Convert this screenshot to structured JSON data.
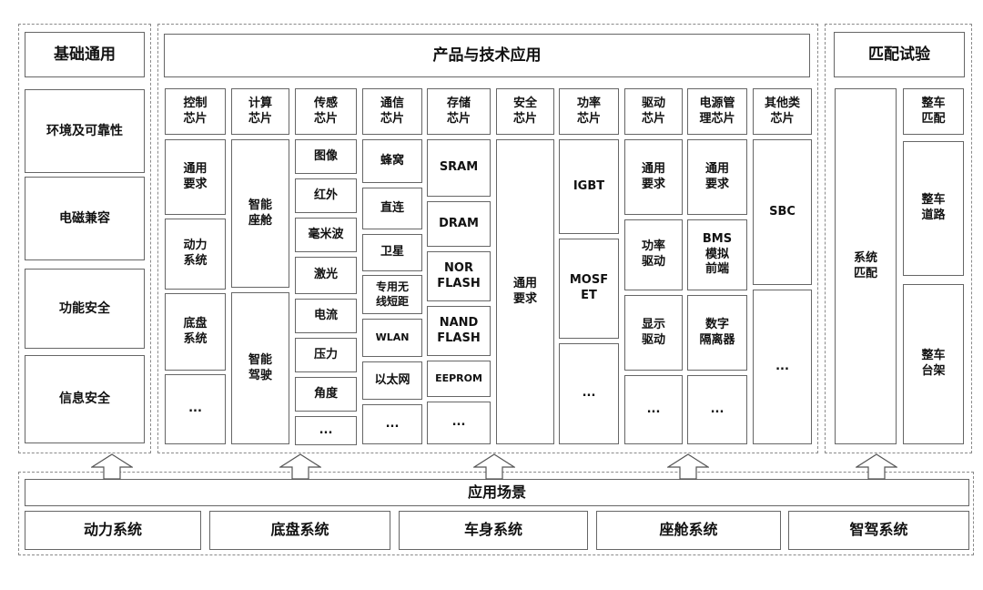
{
  "left": {
    "title": "基础通用",
    "items": [
      "环境及可靠性",
      "电磁兼容",
      "功能安全",
      "信息安全"
    ]
  },
  "middle": {
    "title": "产品与技术应用",
    "columns": [
      {
        "header": "控制\n芯片",
        "items": [
          "通用\n要求",
          "动力\n系统",
          "底盘\n系统",
          "..."
        ]
      },
      {
        "header": "计算\n芯片",
        "items": [
          "智能\n座舱",
          "智能\n驾驶"
        ]
      },
      {
        "header": "传感\n芯片",
        "items": [
          "图像",
          "红外",
          "毫米波",
          "激光",
          "电流",
          "压力",
          "角度",
          "..."
        ]
      },
      {
        "header": "通信\n芯片",
        "items": [
          "蜂窝",
          "直连",
          "卫星",
          "专用无\n线短距",
          "WLAN",
          "以太网",
          "..."
        ]
      },
      {
        "header": "存储\n芯片",
        "items": [
          "SRAM",
          "DRAM",
          "NOR\nFLASH",
          "NAND\nFLASH",
          "EEPROM",
          "..."
        ]
      },
      {
        "header": "安全\n芯片",
        "items": [
          "通用\n要求"
        ]
      },
      {
        "header": "功率\n芯片",
        "items": [
          "IGBT",
          "MOSF\nET",
          "..."
        ]
      },
      {
        "header": "驱动\n芯片",
        "items": [
          "通用\n要求",
          "功率\n驱动",
          "显示\n驱动",
          "..."
        ]
      },
      {
        "header": "电源管\n理芯片",
        "items": [
          "通用\n要求",
          "BMS\n模拟\n前端",
          "数字\n隔离器",
          "..."
        ]
      },
      {
        "header": "其他类\n芯片",
        "items": [
          "SBC",
          "..."
        ]
      }
    ]
  },
  "right": {
    "title": "匹配试验",
    "system": "系统\n匹配",
    "items": [
      "整车\n匹配",
      "整车\n道路",
      "整车\n台架"
    ]
  },
  "bottom": {
    "title": "应用场景",
    "items": [
      "动力系统",
      "底盘系统",
      "车身系统",
      "座舱系统",
      "智驾系统"
    ]
  }
}
